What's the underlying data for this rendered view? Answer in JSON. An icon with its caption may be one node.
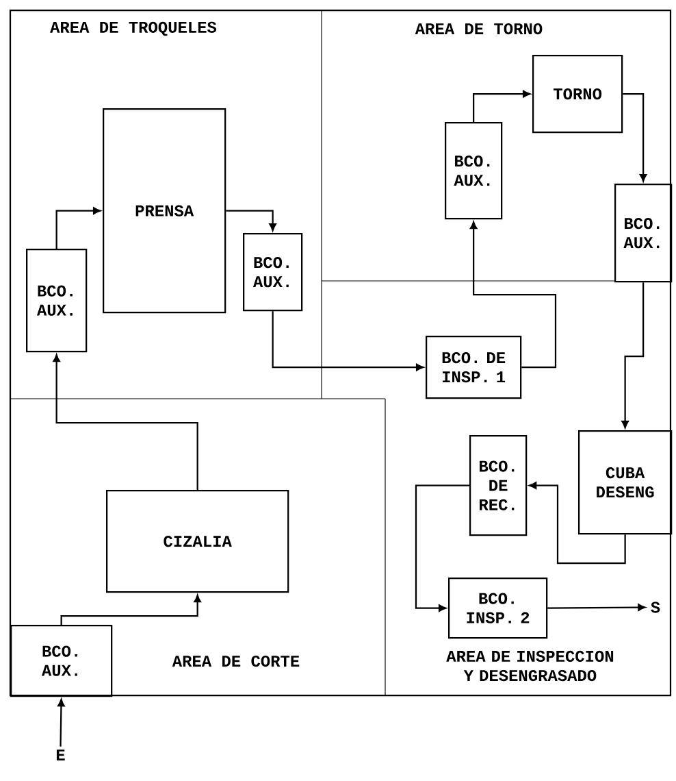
{
  "diagram": {
    "nodes": [
      {
        "text": [
          "BCO. AUX."
        ]
      },
      {
        "text": [
          "PRENSA"
        ]
      },
      {
        "text": [
          "BCO. AUX."
        ]
      },
      {
        "text": [
          "BCO. DE INSP. 1"
        ]
      },
      {
        "text": [
          "BCO. AUX."
        ]
      },
      {
        "text": [
          "TORNO"
        ]
      },
      {
        "text": [
          "BCO. AUX."
        ]
      },
      {
        "text": [
          "CUBA DESENG"
        ]
      },
      {
        "text": [
          "BCO. DE REC."
        ]
      },
      {
        "text": [
          "BCO. INSP. 2"
        ]
      },
      {
        "text": [
          "CIZALIA"
        ]
      },
      {
        "text": [
          "BCO. AUX."
        ]
      },
      {
        "text": [
          "E"
        ]
      },
      {
        "text": [
          "S"
        ]
      }
    ],
    "edges": [
      {
        "from": 12,
        "to": 11,
        "arrow": "to"
      },
      {
        "from": 11,
        "to": 10,
        "arrow": "to"
      },
      {
        "from": 10,
        "to": 0,
        "arrow": "to"
      },
      {
        "from": 0,
        "to": 1,
        "arrow": "to"
      },
      {
        "from": 1,
        "to": 2,
        "arrow": "to"
      },
      {
        "from": 2,
        "to": 3,
        "arrow": "to"
      },
      {
        "from": 3,
        "to": 4,
        "arrow": "to"
      },
      {
        "from": 4,
        "to": 5,
        "arrow": "to"
      },
      {
        "from": 5,
        "to": 6,
        "arrow": "to"
      },
      {
        "from": 6,
        "to": 7,
        "arrow": "to"
      },
      {
        "from": 7,
        "to": 8,
        "arrow": "to"
      },
      {
        "from": 8,
        "to": 9,
        "arrow": "to"
      },
      {
        "from": 9,
        "to": 13,
        "arrow": "to"
      }
    ],
    "labels": [
      "AREA DE TROQUELES",
      "AREA DE TORNO",
      "AREA DE CORTE",
      "AREA DE INSPECCION Y DESENGRASADO"
    ]
  }
}
